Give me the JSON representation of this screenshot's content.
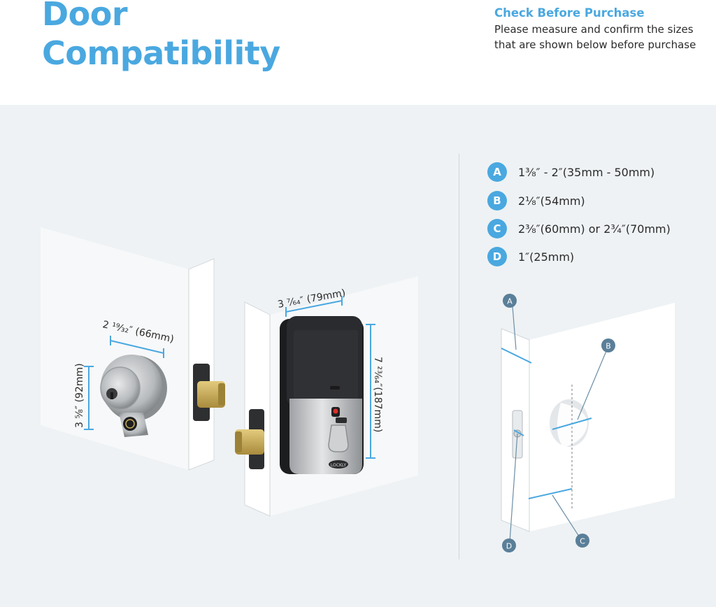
{
  "header": {
    "title_line1": "Door",
    "title_line2": "Compatibility"
  },
  "check": {
    "title": "Check Before Purchase",
    "body": "Please measure and confirm the sizes that are shown below before purchase"
  },
  "specs": [
    {
      "letter": "A",
      "text": "1³⁄₈″ - 2″(35mm - 50mm)"
    },
    {
      "letter": "B",
      "text": "2¹⁄₈″(54mm)"
    },
    {
      "letter": "C",
      "text": "2³⁄₈″(60mm) or 2³⁄₄″(70mm)"
    },
    {
      "letter": "D",
      "text": "1″(25mm)"
    }
  ],
  "dimensions": {
    "exterior_width": "2 ¹⁹⁄₃₂″ (66mm)",
    "exterior_height": "3 ⁵⁄₈″ (92mm)",
    "interior_width": "3 ⁷⁄₆₄″ (79mm)",
    "interior_height": "7 ²³⁄₆₄″(187mm)"
  },
  "diagram_labels": [
    "A",
    "B",
    "C",
    "D"
  ],
  "brand": "LOCKLY",
  "colors": {
    "accent": "#4aa8e0",
    "panel": "#eef2f4",
    "diagram_badge": "#5a7f99",
    "lock_black": "#202225",
    "lock_silver": "#c4c6c8",
    "latch_brass": "#c9ac5a"
  }
}
